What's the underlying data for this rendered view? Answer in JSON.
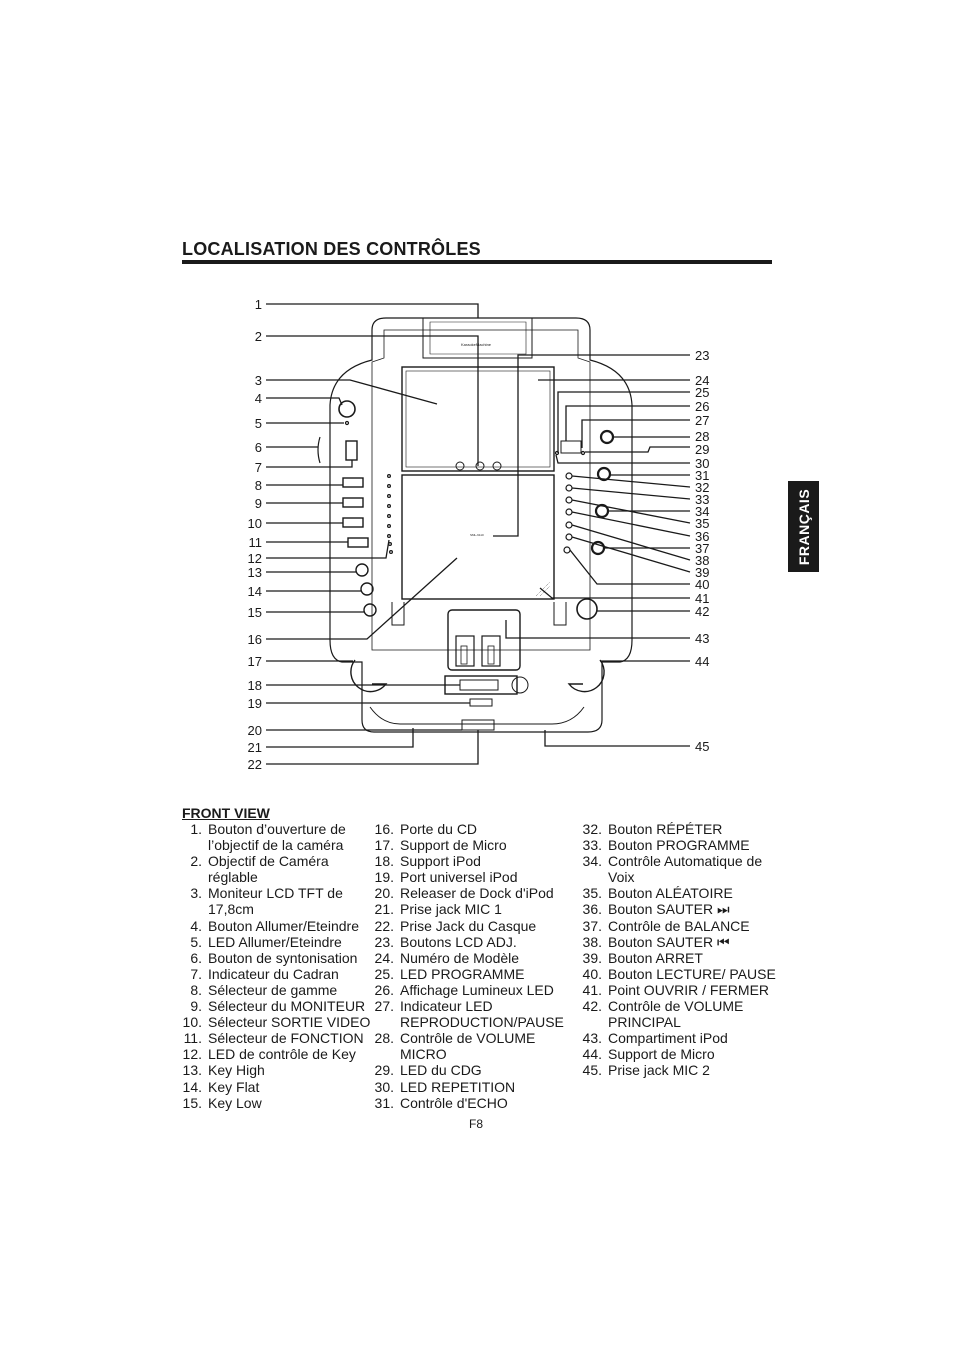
{
  "heading": "LOCALISATION DES CONTRÔLES",
  "side_tab": "FRANÇAIS",
  "section_title": "FRONT VIEW",
  "page_number": "F8",
  "brand_text": "KaraokeMachine",
  "callouts_left": [
    "1",
    "2",
    "3",
    "4",
    "5",
    "6",
    "7",
    "8",
    "9",
    "10",
    "11",
    "12",
    "13",
    "14",
    "15",
    "16",
    "17",
    "18",
    "19",
    "20",
    "21",
    "22"
  ],
  "callouts_right": [
    "23",
    "24",
    "25",
    "26",
    "27",
    "28",
    "29",
    "30",
    "31",
    "32",
    "33",
    "34",
    "35",
    "36",
    "37",
    "38",
    "39",
    "40",
    "41",
    "42",
    "43",
    "44",
    "45"
  ],
  "columns": [
    [
      {
        "n": "1.",
        "t": "Bouton d’ouverture de l’objectif de la caméra"
      },
      {
        "n": "2.",
        "t": "Objectif de Caméra réglable"
      },
      {
        "n": "3.",
        "t": "Moniteur LCD TFT de 17,8cm"
      },
      {
        "n": "4.",
        "t": "Bouton Allumer/Eteindre"
      },
      {
        "n": "5.",
        "t": "LED Allumer/Eteindre"
      },
      {
        "n": "6.",
        "t": "Bouton de syntonisation"
      },
      {
        "n": "7.",
        "t": "Indicateur du Cadran"
      },
      {
        "n": "8.",
        "t": "Sélecteur de gamme"
      },
      {
        "n": "9.",
        "t": "Sélecteur du MONITEUR"
      },
      {
        "n": "10.",
        "t": "Sélecteur SORTIE VIDEO"
      },
      {
        "n": "11.",
        "t": "Sélecteur de FONCTION"
      },
      {
        "n": "12.",
        "t": "LED de contrôle de Key"
      },
      {
        "n": "13.",
        "t": "Key High"
      },
      {
        "n": "14.",
        "t": "Key Flat"
      },
      {
        "n": "15.",
        "t": "Key Low"
      }
    ],
    [
      {
        "n": "16.",
        "t": "Porte du CD"
      },
      {
        "n": "17.",
        "t": "Support de Micro"
      },
      {
        "n": "18.",
        "t": "Support iPod"
      },
      {
        "n": "19.",
        "t": "Port universel iPod"
      },
      {
        "n": "20.",
        "t": "Releaser de Dock d'iPod"
      },
      {
        "n": "21.",
        "t": "Prise jack MIC 1"
      },
      {
        "n": "22.",
        "t": "Prise Jack du Casque"
      },
      {
        "n": "23.",
        "t": "Boutons LCD ADJ."
      },
      {
        "n": "24.",
        "t": "Numéro de Modèle"
      },
      {
        "n": "25.",
        "t": "LED PROGRAMME"
      },
      {
        "n": "26.",
        "t": "Affichage Lumineux LED"
      },
      {
        "n": "27.",
        "t": "Indicateur LED REPRODUCTION/PAUSE"
      },
      {
        "n": "28.",
        "t": "Contrôle de VOLUME MICRO"
      },
      {
        "n": "29.",
        "t": "LED du CDG"
      },
      {
        "n": "30.",
        "t": "LED REPETITION"
      },
      {
        "n": "31.",
        "t": "Contrôle d'ECHO"
      }
    ],
    [
      {
        "n": "32.",
        "t": "Bouton RÉPÉTER"
      },
      {
        "n": "33.",
        "t": "Bouton PROGRAMME"
      },
      {
        "n": "34.",
        "t": "Contrôle Automatique de Voix"
      },
      {
        "n": "35.",
        "t": "Bouton ALÉATOIRE"
      },
      {
        "n": "36.",
        "t": "Bouton SAUTER ⏭"
      },
      {
        "n": "37.",
        "t": "Contrôle de BALANCE"
      },
      {
        "n": "38.",
        "t": "Bouton SAUTER ⏮"
      },
      {
        "n": "39.",
        "t": "Bouton ARRET"
      },
      {
        "n": "40.",
        "t": "Bouton LECTURE/ PAUSE"
      },
      {
        "n": "41.",
        "t": "Point OUVRIR / FERMER"
      },
      {
        "n": "42.",
        "t": "Contrôle de VOLUME PRINCIPAL"
      },
      {
        "n": "43.",
        "t": "Compartiment iPod"
      },
      {
        "n": "44.",
        "t": "Support de Micro"
      },
      {
        "n": "45.",
        "t": "Prise jack MIC 2"
      }
    ]
  ]
}
